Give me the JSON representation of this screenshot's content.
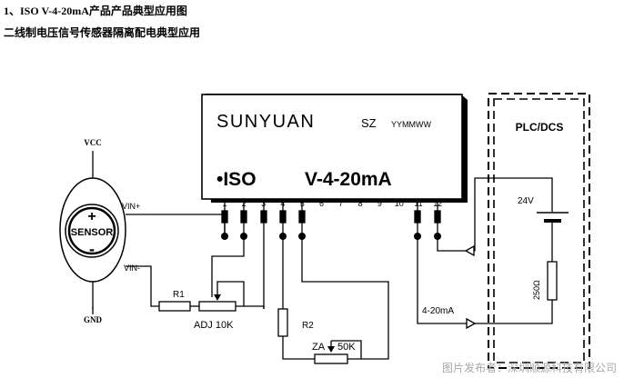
{
  "header": {
    "title1": "1、ISO V-4-20mA产品产品典型应用图",
    "title2": "二线制电压信号传感器隔离配电典型应用"
  },
  "module": {
    "brand": "SUNYUAN",
    "sz": "SZ",
    "date_code": "YYMMWW",
    "iso": "•ISO",
    "model": "V-4-20mA",
    "pins": [
      "1",
      "2",
      "3",
      "4",
      "5",
      "6",
      "7",
      "8",
      "9",
      "10",
      "11",
      "12"
    ]
  },
  "sensor": {
    "label": "SENSOR",
    "plus": "+",
    "minus": "-",
    "vcc": "VCC",
    "gnd": "GND",
    "vin_plus": "VIN+",
    "vin_minus": "VIN-"
  },
  "components": {
    "r1": "R1",
    "adj": "ADJ 10K",
    "r2": "R2",
    "za": "ZA",
    "pot2": "50K"
  },
  "plc": {
    "label": "PLC/DCS",
    "battery": "24V",
    "resistor": "250Ω",
    "signal": "4-20mA"
  },
  "watermark": "图片发布者：深圳顺源科技有限公司"
}
